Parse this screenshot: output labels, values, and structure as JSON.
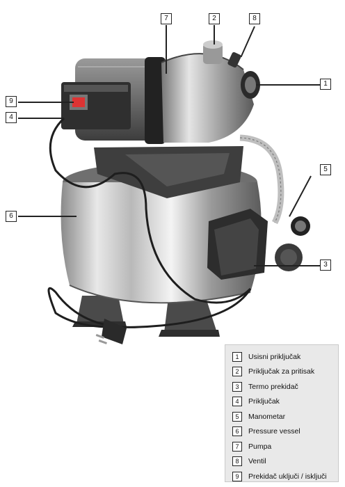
{
  "callouts": [
    {
      "num": "1"
    },
    {
      "num": "2"
    },
    {
      "num": "3"
    },
    {
      "num": "4"
    },
    {
      "num": "5"
    },
    {
      "num": "6"
    },
    {
      "num": "7"
    },
    {
      "num": "8"
    },
    {
      "num": "9"
    }
  ],
  "legend": {
    "items": [
      {
        "num": "1",
        "label": "Usisni priključak"
      },
      {
        "num": "2",
        "label": "Priključak za pritisak"
      },
      {
        "num": "3",
        "label": "Termo prekidač"
      },
      {
        "num": "4",
        "label": "Priključak"
      },
      {
        "num": "5",
        "label": "Manometar"
      },
      {
        "num": "6",
        "label": "Pressure vessel"
      },
      {
        "num": "7",
        "label": "Pumpa"
      },
      {
        "num": "8",
        "label": "Ventil"
      },
      {
        "num": "9",
        "label": "Prekidač uključi / isključi"
      }
    ]
  }
}
